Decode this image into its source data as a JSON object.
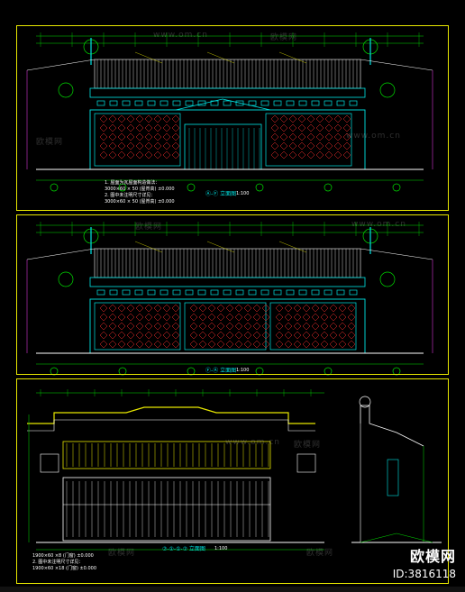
{
  "colors": {
    "background": "#000000",
    "frame": "#e8e800",
    "roof": "#ffffff",
    "structure": "#00e5e5",
    "window": "#ff3030",
    "dimension": "#00e000",
    "annotation": "#e8e800",
    "magenta": "#ff40ff"
  },
  "watermark": {
    "site": "www.om.cn",
    "brand_cn": "欧模网"
  },
  "brand": {
    "name": "欧模网",
    "id": "ID:3816118"
  },
  "sheets": [
    {
      "title": "Ⓐ-Ⓕ 立面图",
      "scale": "1:100",
      "notes": [
        "1. 屋面为瓦屋面构造做法：",
        "3000×60 × 50 (屋脊高)  ±0.000",
        "2. 图中未注明尺寸详见：",
        "3000×60 × 50 (屋脊高)  ±0.000"
      ]
    },
    {
      "title": "Ⓕ-Ⓐ 立面图",
      "scale": "1:100"
    },
    {
      "title": "⑦-①-①-⑦ 立面图",
      "scale": "1:100",
      "notes": [
        "1900×60 ×8 (门窗)  ±0.000",
        "2. 图中未注明尺寸详见：",
        "1900×60 ×18 (门窗)  ±0.000"
      ]
    }
  ]
}
